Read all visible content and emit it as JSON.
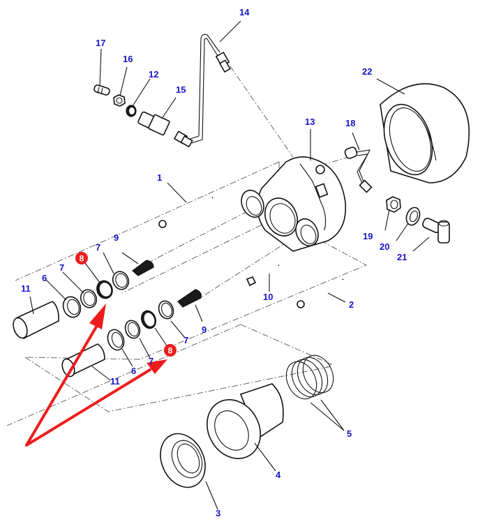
{
  "diagram": {
    "callout_color": "#1515c8",
    "highlight_color": "#ee1c1c",
    "highlighted_part": "8",
    "callouts": {
      "c1": "1",
      "c2": "2",
      "c3": "3",
      "c4": "4",
      "c5": "5",
      "c6a": "6",
      "c6b": "6",
      "c7a": "7",
      "c7b": "7",
      "c7c": "7",
      "c7d": "7",
      "c8a": "8",
      "c8b": "8",
      "c9a": "9",
      "c9b": "9",
      "c10": "10",
      "c11a": "11",
      "c11b": "11",
      "c12": "12",
      "c13": "13",
      "c14": "14",
      "c15": "15",
      "c16": "16",
      "c17": "17",
      "c18": "18",
      "c19": "19",
      "c20": "20",
      "c21": "21",
      "c22": "22"
    }
  }
}
